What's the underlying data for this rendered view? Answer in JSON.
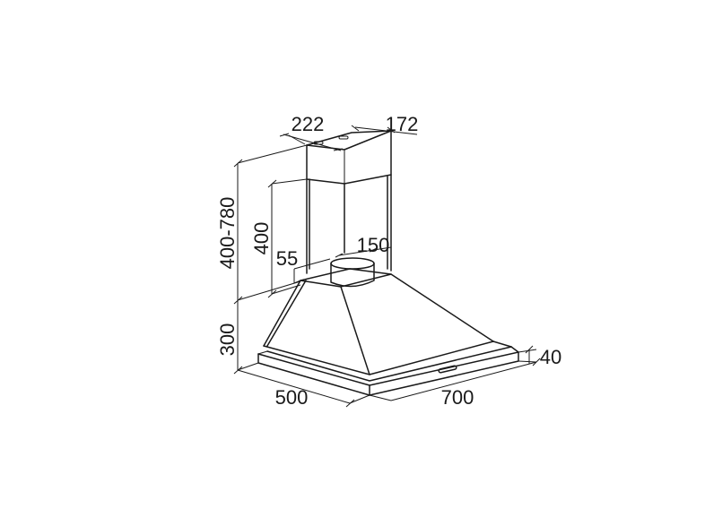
{
  "dimensions": {
    "chimney_width": "222",
    "chimney_depth": "172",
    "chimney_height_range": "400-780",
    "upper_chimney_height": "400",
    "collar_height": "55",
    "outlet_diameter": "150",
    "hood_height": "300",
    "hood_depth": "500",
    "hood_width": "700",
    "rim_thickness": "40"
  }
}
